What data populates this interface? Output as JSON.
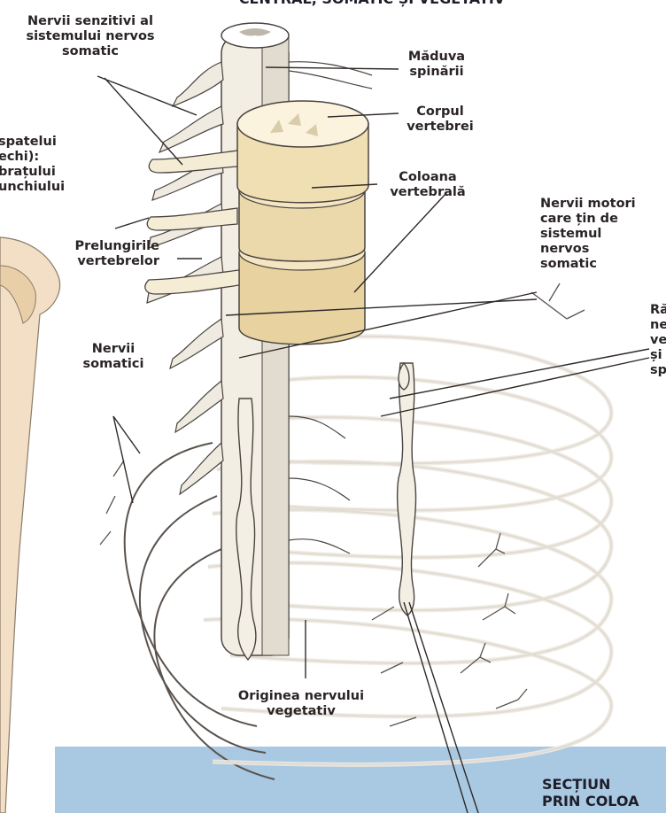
{
  "header_title": "CENTRAL, SOMATIC ȘI VEGETATIV",
  "labels": {
    "senzitivi": "Nervii senzitivi al\nsistemului nervos\nsomatic",
    "maduva": "Măduva\nspinării",
    "corpul": "Corpul\nvertebrei",
    "coloana": "Coloana\nvertebrală",
    "spatelui": "spatelui\nechi):\n brațului\nunchiului",
    "motori": "Nervii motori\ncare țin de\nsistemul\nnervos\nsomatic",
    "ra": "Ră\nne\nve\nși\nsp",
    "prelungirile": "Prelungirile\nvertebrelor",
    "somatici": "Nervii\nsomatici",
    "originea": "Originea nervului\nvegetativ",
    "sectiune": "SECȚIUN\nPRIN COLOA"
  },
  "colors": {
    "background": "#ffffff",
    "label_text": "#2a2424",
    "bone": "#efe2b8",
    "nerve": "#ece9e2",
    "outline": "#4a4440",
    "blue_panel": "#a9c8e2"
  }
}
